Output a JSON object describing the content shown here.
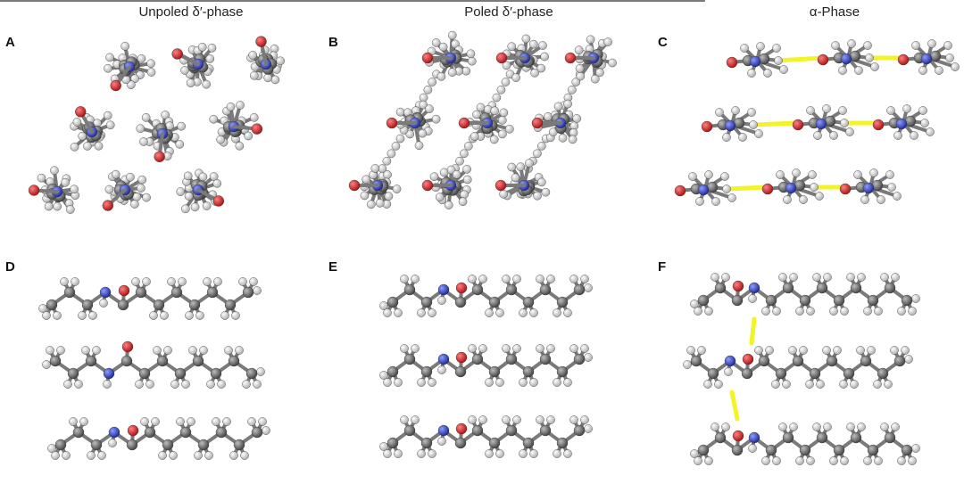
{
  "column_titles": [
    "Unpoled δ′-phase",
    "Poled δ′-phase",
    "α-Phase"
  ],
  "panel_labels": [
    "A",
    "B",
    "C",
    "D",
    "E",
    "F"
  ],
  "colors": {
    "carbon": "#5f5f5f",
    "hydrogen": "#ececec",
    "oxygen": "#d42020",
    "nitrogen": "#2a3cc8",
    "hydrogen_bond": "#f3f32a",
    "bond": "#7a7a7a"
  }
}
